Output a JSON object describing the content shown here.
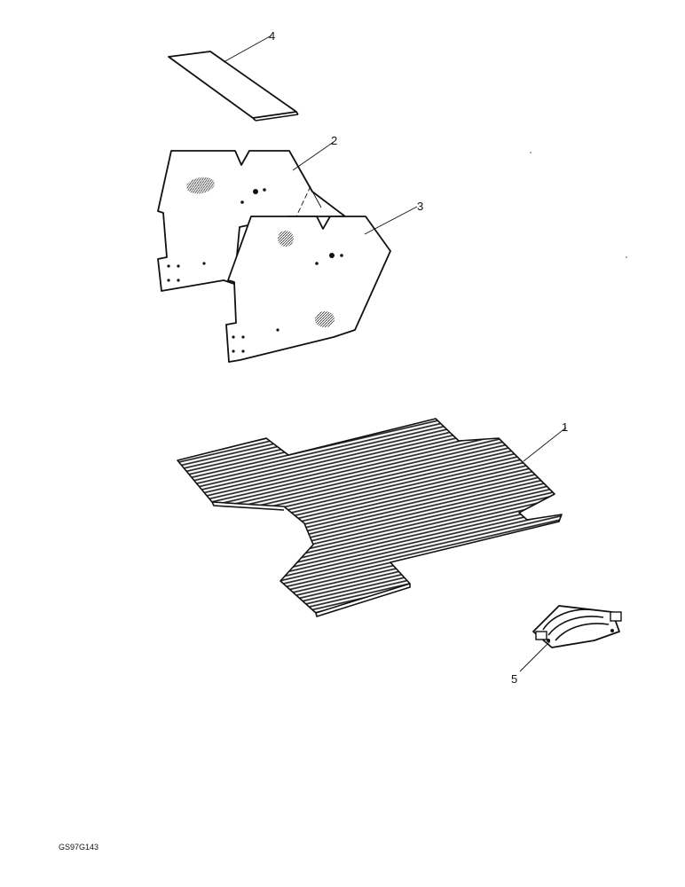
{
  "callouts": {
    "c1": "1",
    "c2": "2",
    "c3": "3",
    "c4": "4",
    "c5": "5"
  },
  "drawing_code": "GS97G143"
}
